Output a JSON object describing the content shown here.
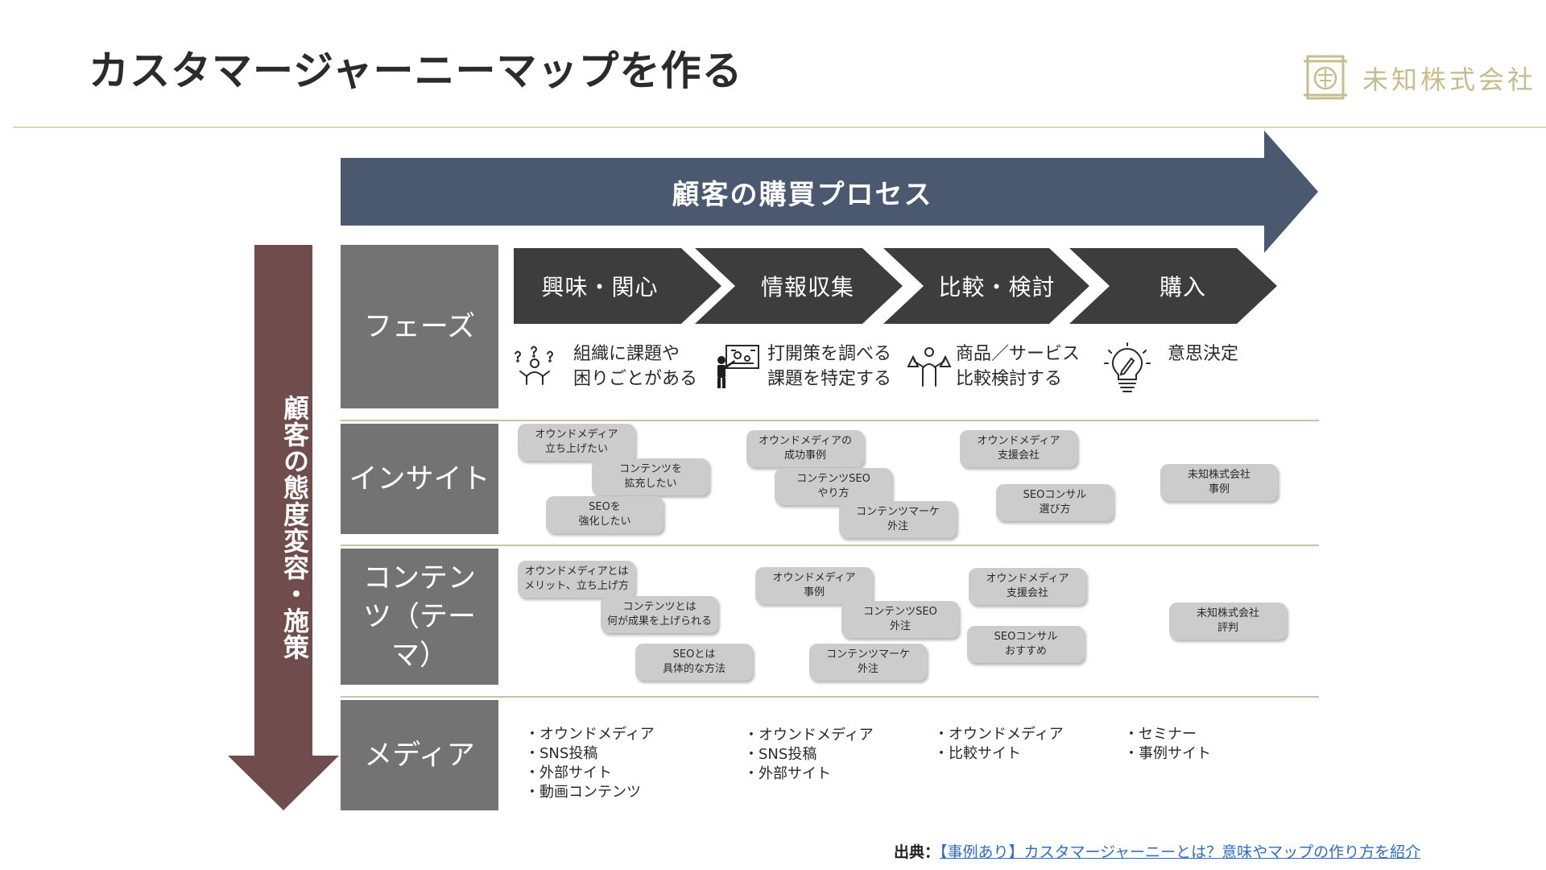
{
  "page": {
    "title": "カスタマージャーニーマップを作る"
  },
  "logo": {
    "text": "未知株式会社"
  },
  "diagram": {
    "process_label": "顧客の購買プロセス",
    "attitude_label": "顧客の態度変容・施策",
    "colors": {
      "process_arrow": "#4a596f",
      "attitude_arrow": "#704c4c",
      "row_header": "#737373",
      "phase_chevron": "#3d3d3d",
      "chip": "#cccccc",
      "rule": "#c9c3a6",
      "logo": "#c7bc8e"
    },
    "rows": [
      {
        "label": "フェーズ"
      },
      {
        "label": "インサイト"
      },
      {
        "label": "コンテンツ（テーマ）"
      },
      {
        "label": "メディア"
      }
    ],
    "phases": [
      {
        "label": "興味・関心",
        "icon": "confused-person-icon",
        "desc": [
          "組織に課題や",
          "困りごとがある"
        ]
      },
      {
        "label": "情報収集",
        "icon": "presentation-board-icon",
        "desc": [
          "打開策を調べる",
          "課題を特定する"
        ]
      },
      {
        "label": "比較・検討",
        "icon": "weighing-person-icon",
        "desc": [
          "商品／サービス",
          "比較検討する"
        ]
      },
      {
        "label": "購入",
        "icon": "lightbulb-icon",
        "desc": [
          "意思決定"
        ]
      }
    ],
    "insights": [
      [
        "オウンドメディア\n立ち上げたい",
        "コンテンツを\n拡充したい",
        "SEOを\n強化したい"
      ],
      [
        "オウンドメディアの\n成功事例",
        "コンテンツSEO\nやり方",
        "コンテンツマーケ\n外注"
      ],
      [
        "オウンドメディア\n支援会社",
        "SEOコンサル\n選び方"
      ],
      [
        "未知株式会社\n事例"
      ]
    ],
    "contents": [
      [
        "オウンドメディアとは\nメリット、立ち上げ方",
        "コンテンツとは\n何が成果を上げられる",
        "SEOとは\n具体的な方法"
      ],
      [
        "オウンドメディア\n事例",
        "コンテンツSEO\n外注",
        "コンテンツマーケ\n外注"
      ],
      [
        "オウンドメディア\n支援会社",
        "SEOコンサル\nおすすめ"
      ],
      [
        "未知株式会社\n評判"
      ]
    ],
    "media": [
      [
        "オウンドメディア",
        "SNS投稿",
        "外部サイト",
        "動画コンテンツ"
      ],
      [
        "オウンドメディア",
        "SNS投稿",
        "外部サイト"
      ],
      [
        "オウンドメディア",
        "比較サイト"
      ],
      [
        "セミナー",
        "事例サイト"
      ]
    ]
  },
  "source": {
    "prefix": "出典：",
    "link_text": "【事例あり】カスタマージャーニーとは？意味やマップの作り方を紹介"
  }
}
